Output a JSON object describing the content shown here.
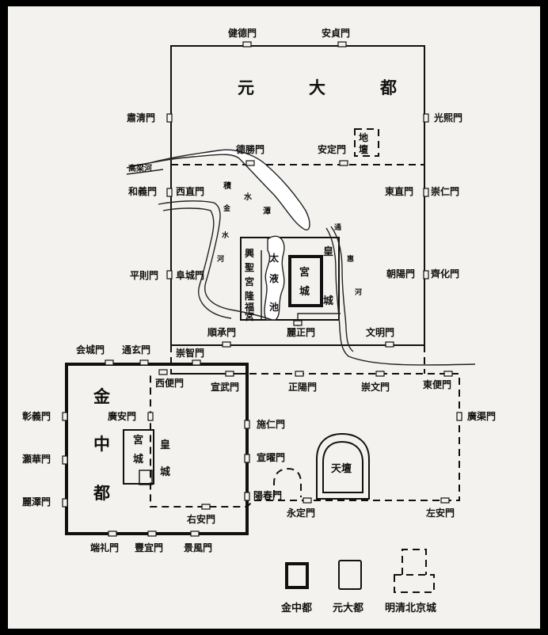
{
  "cities": {
    "yuan_dadu": "元　大　都",
    "jin_zhongdu_1": "金",
    "jin_zhongdu_2": "中",
    "jin_zhongdu_3": "都"
  },
  "palace": {
    "yuan_gongcheng_1": "宮",
    "yuan_gongcheng_2": "城",
    "yuan_huangcheng_1": "皇",
    "yuan_huangcheng_2": "城",
    "jin_gongcheng_1": "宮",
    "jin_gongcheng_2": "城",
    "jin_huangcheng_1": "皇",
    "jin_huangcheng_2": "城",
    "xingsheng_1": "興",
    "xingsheng_2": "聖",
    "xingsheng_3": "宮",
    "longfu_1": "隆",
    "longfu_2": "福",
    "longfu_3": "宮",
    "taiye_1": "太",
    "taiye_2": "液",
    "taiye_3": "池",
    "ditan_1": "地",
    "ditan_2": "壇",
    "tiantan": "天壇"
  },
  "rivers": {
    "gaoliang": "高梁河",
    "jishui_1": "積",
    "jishui_2": "水",
    "jishui_3": "潭",
    "jinshui_1": "金",
    "jinshui_2": "水",
    "jinshui_3": "河",
    "tonghui_1": "通",
    "tonghui_2": "惠",
    "tonghui_3": "河"
  },
  "gates": {
    "jiande": "健德門",
    "anzhen": "安貞門",
    "suqing": "肅清門",
    "guangxi": "光熙門",
    "desheng": "德勝門",
    "anding": "安定門",
    "heyi": "和義門",
    "xizhi": "西直門",
    "dongzhi": "東直門",
    "chongren": "崇仁門",
    "pingze": "平則門",
    "fucheng": "阜城門",
    "chaoyang": "朝陽門",
    "qihua": "齊化門",
    "shuncheng": "順承門",
    "lizheng": "麗正門",
    "wenming": "文明門",
    "huicheng": "会城門",
    "tongxuan": "通玄門",
    "chongzhi": "崇智門",
    "xibian": "西便門",
    "xuanwu": "宣武門",
    "zhengyang": "正陽門",
    "chongwen": "崇文門",
    "dongbian": "東便門",
    "zhangyi": "彰義門",
    "guang_an": "廣安門",
    "guangqu": "廣渠門",
    "shiren": "施仁門",
    "xianhua": "灝華門",
    "xuanyao": "宣曜門",
    "lize": "麗澤門",
    "yangchun": "陽春門",
    "you_an": "右安門",
    "yongding": "永定門",
    "zuo_an": "左安門",
    "duanli": "端礼門",
    "fengyi": "豐宜門",
    "jingfeng": "景風門"
  },
  "legend": {
    "jin": "金中都",
    "yuan": "元大都",
    "mingqing": "明清北京城"
  }
}
